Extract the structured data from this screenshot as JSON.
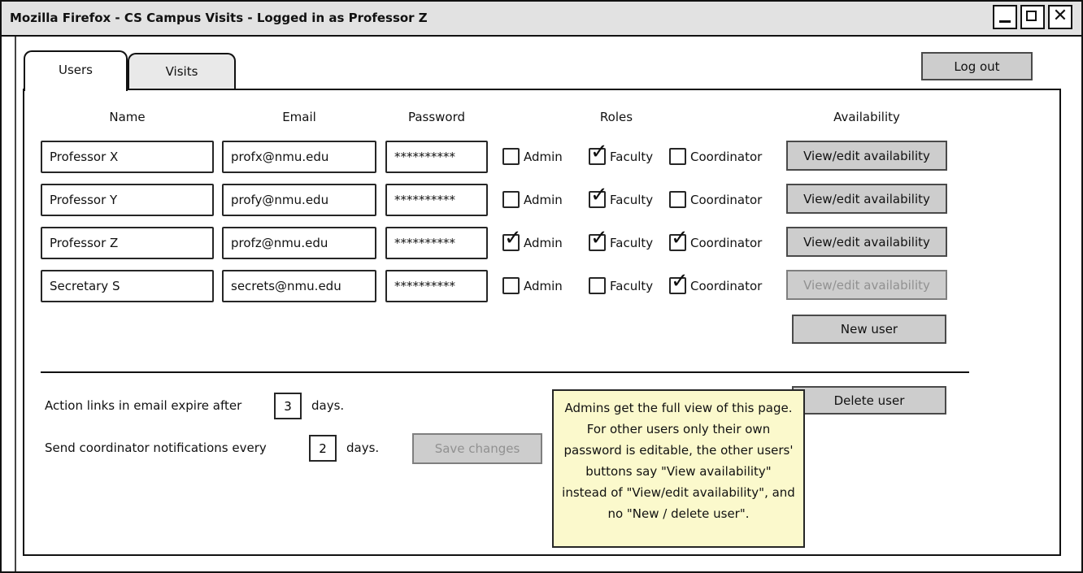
{
  "window": {
    "title": "Mozilla Firefox - CS Campus Visits - Logged in as Professor Z",
    "controls": {
      "minimize": "minimize",
      "maximize": "maximize",
      "close": "close"
    }
  },
  "tabs": [
    {
      "label": "Users",
      "active": true
    },
    {
      "label": "Visits",
      "active": false
    }
  ],
  "logout_label": "Log out",
  "table": {
    "headers": {
      "name": "Name",
      "email": "Email",
      "password": "Password",
      "roles": "Roles",
      "availability": "Availability"
    },
    "role_labels": {
      "admin": "Admin",
      "faculty": "Faculty",
      "coordinator": "Coordinator"
    },
    "rows": [
      {
        "name": "Professor X",
        "email": "profx@nmu.edu",
        "password": "**********",
        "admin": false,
        "faculty": true,
        "coordinator": false,
        "availability_label": "View/edit availability",
        "availability_enabled": true
      },
      {
        "name": "Professor Y",
        "email": "profy@nmu.edu",
        "password": "**********",
        "admin": false,
        "faculty": true,
        "coordinator": false,
        "availability_label": "View/edit availability",
        "availability_enabled": true
      },
      {
        "name": "Professor Z",
        "email": "profz@nmu.edu",
        "password": "**********",
        "admin": true,
        "faculty": true,
        "coordinator": true,
        "availability_label": "View/edit availability",
        "availability_enabled": true
      },
      {
        "name": "Secretary S",
        "email": "secrets@nmu.edu",
        "password": "**********",
        "admin": false,
        "faculty": false,
        "coordinator": true,
        "availability_label": "View/edit availability",
        "availability_enabled": false
      }
    ]
  },
  "actions": {
    "new_user": "New user",
    "delete_user": "Delete user"
  },
  "settings": {
    "expire_text_before": "Action links in email expire after",
    "expire_value": "3",
    "expire_text_after": "days.",
    "notify_text_before": "Send coordinator notifications every",
    "notify_value": "2",
    "notify_text_after": "days.",
    "save_label": "Save changes",
    "save_enabled": false
  },
  "note": {
    "text": "Admins get the full view of this page. For other users only their own password is editable, the other users' buttons say \"View availability\" instead of \"View/edit availability\", and no \"New / delete user\"."
  },
  "colors": {
    "titlebar_bg": "#e2e2e2",
    "button_bg": "#cdcdcd",
    "inactive_tab_bg": "#e9e9e9",
    "note_bg": "#fbf9cc",
    "border": "#111111",
    "disabled_text": "#919191"
  }
}
